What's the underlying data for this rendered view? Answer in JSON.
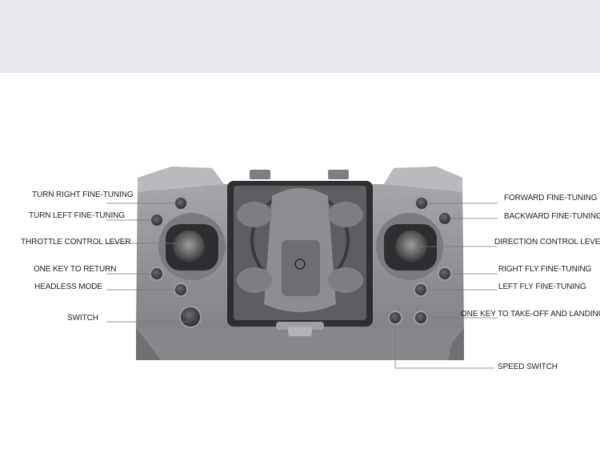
{
  "left_labels": [
    {
      "id": "turn_right",
      "text": "TURN RIGHT FINE-TUNING"
    },
    {
      "id": "turn_left",
      "text": "TURN LEFT FINE-TUNING"
    },
    {
      "id": "throttle",
      "text": "THROTTLE CONTROL LEVER"
    },
    {
      "id": "return",
      "text": "ONE KEY TO RETURN"
    },
    {
      "id": "headless",
      "text": "HEADLESS MODE"
    },
    {
      "id": "switch",
      "text": "SWITCH"
    }
  ],
  "right_labels": [
    {
      "id": "forward",
      "text": "FORWARD FINE-TUNING"
    },
    {
      "id": "backward",
      "text": "BACKWARD FINE-TUNING"
    },
    {
      "id": "direction",
      "text": "DIRECTION CONTROL LEVER"
    },
    {
      "id": "right_fly",
      "text": "RIGHT FLY FINE-TUNING"
    },
    {
      "id": "left_fly",
      "text": "LEFT FLY FINE-TUNING"
    },
    {
      "id": "takeoff",
      "text": "ONE KEY TO TAKE-OFF AND LANDING"
    }
  ],
  "bottom_label": {
    "text": "SPEED SWITCH"
  },
  "colors": {
    "body": "#8e9094",
    "body_dark": "#6f7175",
    "body_light": "#b3b5b8",
    "button": "#3a3b3d",
    "leader": "#777777"
  }
}
